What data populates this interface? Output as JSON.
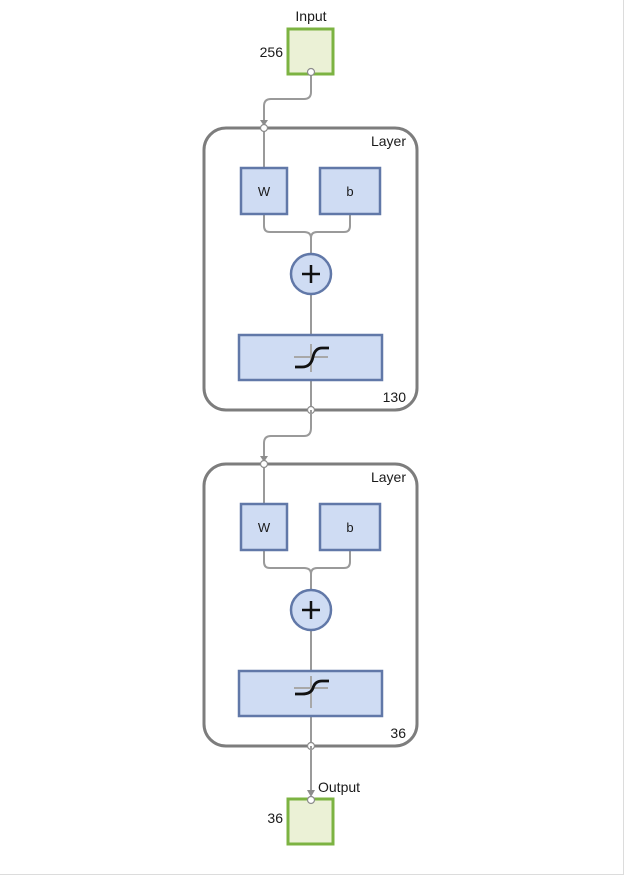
{
  "input": {
    "label": "Input",
    "size": "256"
  },
  "layers": [
    {
      "title": "Layer",
      "weight_label": "W",
      "bias_label": "b",
      "size": "130",
      "activation_icon": "tansig-icon"
    },
    {
      "title": "Layer",
      "weight_label": "W",
      "bias_label": "b",
      "size": "36",
      "activation_icon": "tansig-icon"
    }
  ],
  "output": {
    "label": "Output",
    "size": "36"
  },
  "colors": {
    "io_fill": "#ebf1d6",
    "io_border": "#7cb342",
    "block_fill": "#cfdcf3",
    "block_border": "#6178a8",
    "layer_border": "#7d7d7d",
    "wire": "#9a9a9a"
  }
}
